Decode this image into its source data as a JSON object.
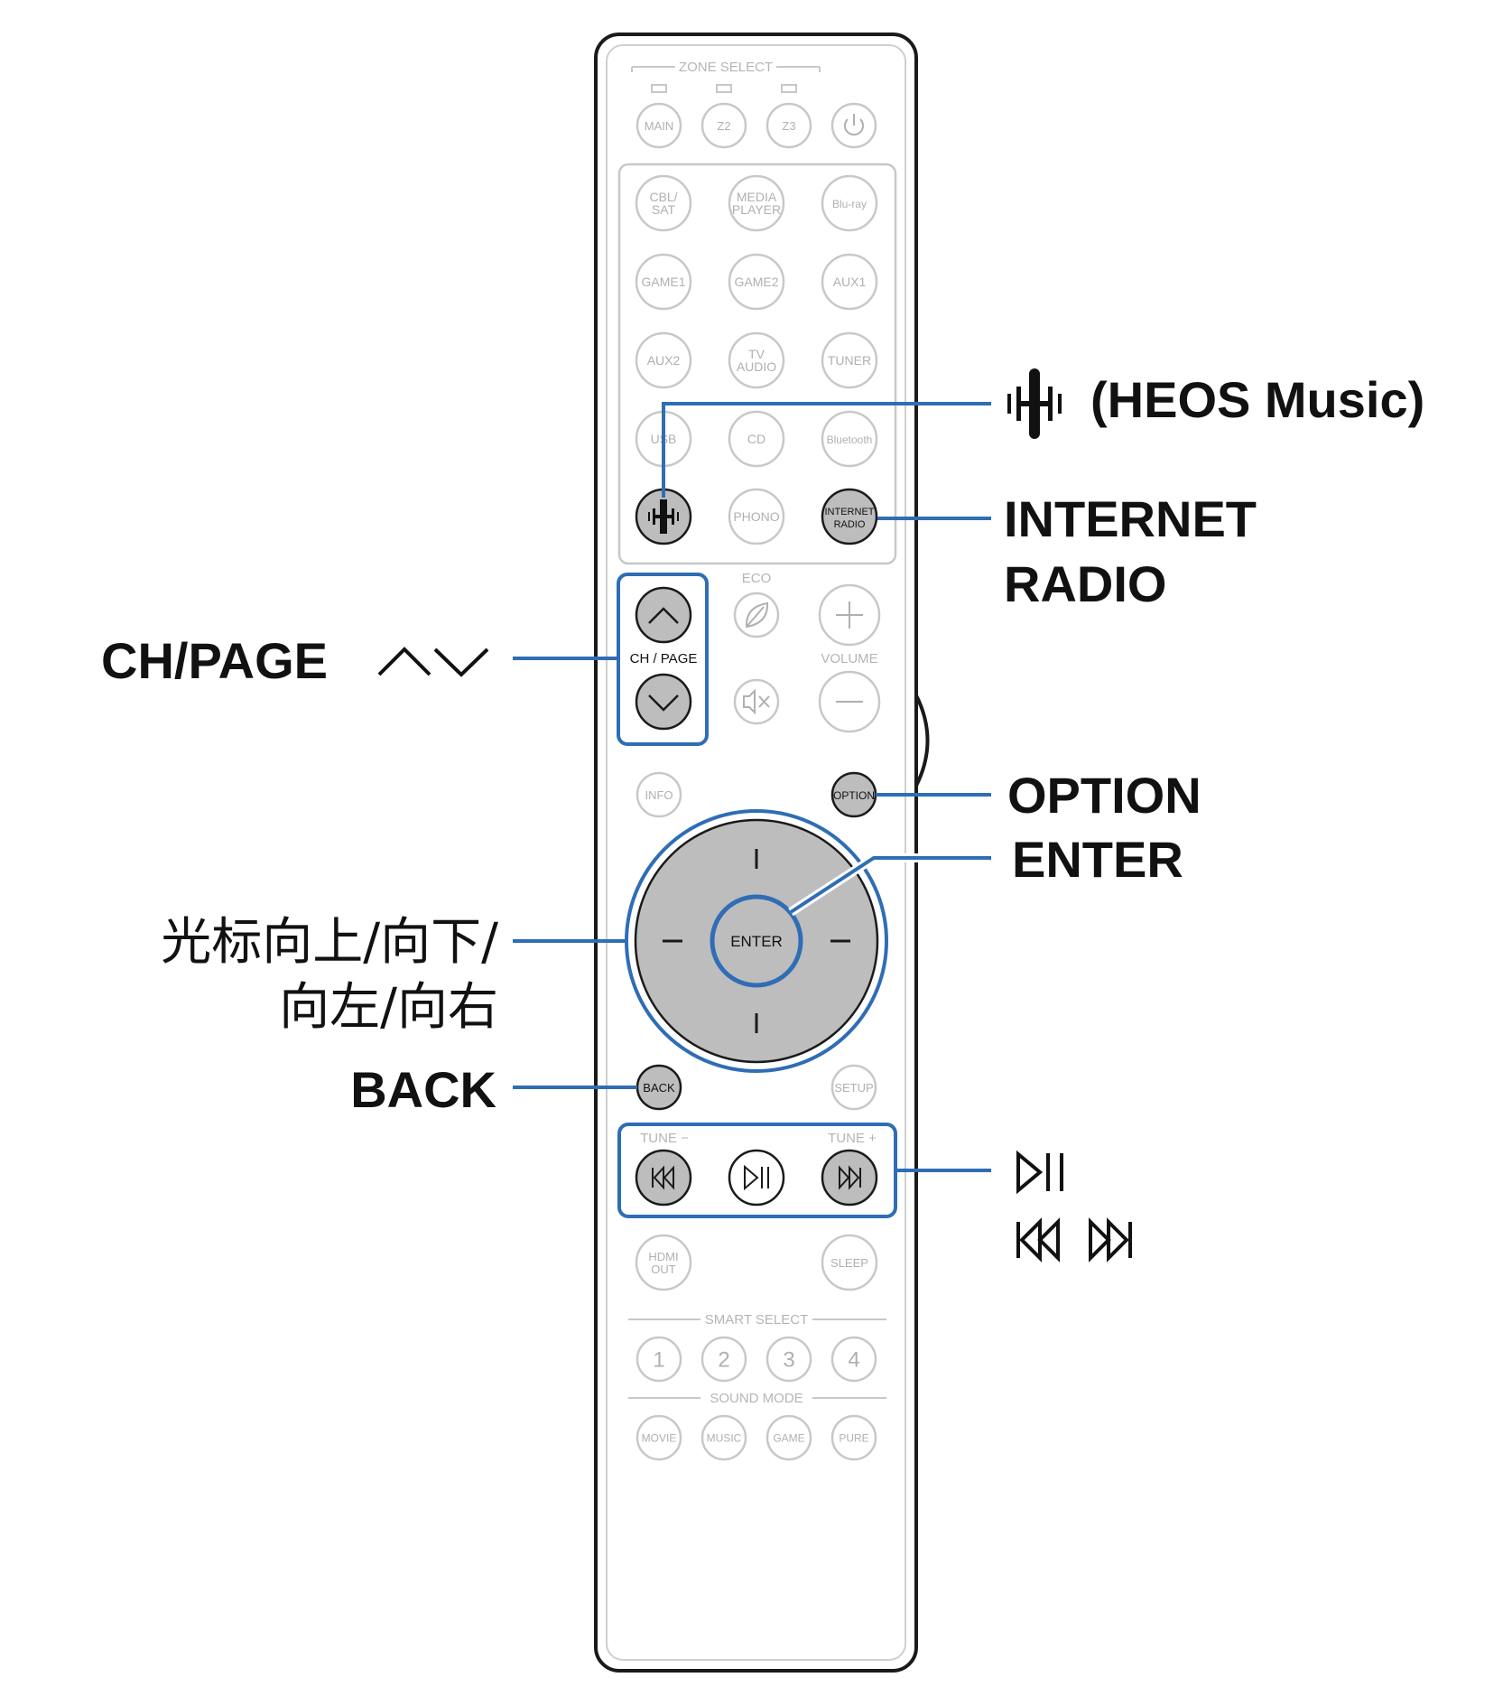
{
  "colors": {
    "callout_line": "#2f6db5",
    "button_outline": "#c8c8c8",
    "button_highlight_fill": "#bdbdbd",
    "text_dark": "#111111"
  },
  "remote": {
    "zone_select_label": "ZONE SELECT",
    "zone_buttons": [
      "MAIN",
      "Z2",
      "Z3"
    ],
    "power_icon": "power-icon",
    "source_buttons": [
      [
        "CBL/",
        "SAT"
      ],
      [
        "MEDIA",
        "PLAYER"
      ],
      [
        "Blu-ray"
      ],
      [
        "GAME1"
      ],
      [
        "GAME2"
      ],
      [
        "AUX1"
      ],
      [
        "AUX2"
      ],
      [
        "TV",
        "AUDIO"
      ],
      [
        "TUNER"
      ],
      [
        "USB"
      ],
      [
        "CD"
      ],
      [
        "Bluetooth"
      ],
      [
        "heos-icon"
      ],
      [
        "PHONO"
      ],
      [
        "INTERNET",
        "RADIO"
      ]
    ],
    "eco_label": "ECO",
    "volume_label": "VOLUME",
    "ch_page_label": "CH / PAGE",
    "info_label": "INFO",
    "option_label": "OPTION",
    "enter_label": "ENTER",
    "back_label": "BACK",
    "setup_label": "SETUP",
    "tune_minus_label": "TUNE −",
    "tune_plus_label": "TUNE +",
    "hdmi_out_label": [
      "HDMI",
      "OUT"
    ],
    "sleep_label": "SLEEP",
    "smart_select_label": "SMART SELECT",
    "smart_buttons": [
      "1",
      "2",
      "3",
      "4"
    ],
    "sound_mode_label": "SOUND MODE",
    "sound_buttons": [
      "MOVIE",
      "MUSIC",
      "GAME",
      "PURE"
    ]
  },
  "callouts": {
    "heos": "(HEOS Music)",
    "internet_radio": [
      "INTERNET",
      "RADIO"
    ],
    "ch_page": "CH/PAGE",
    "option": "OPTION",
    "enter": "ENTER",
    "cursor": [
      "光标向上/向下/",
      "向左/向右"
    ],
    "back": "BACK"
  }
}
